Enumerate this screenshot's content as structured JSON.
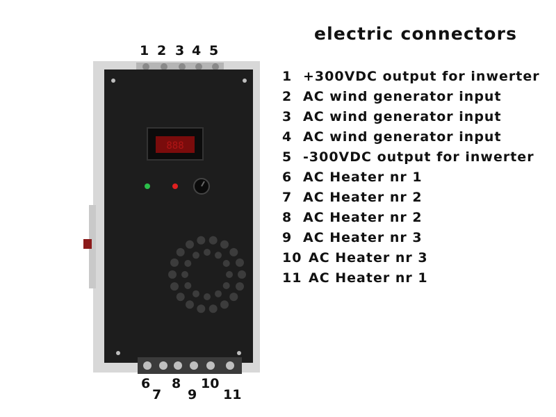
{
  "title": "electric connectors",
  "top_numbers": [
    "1",
    "2",
    "3",
    "4",
    "5"
  ],
  "bottom_numbers": [
    "6",
    "7",
    "8",
    "9",
    "10",
    "11"
  ],
  "legend": [
    {
      "num": "1",
      "text": "+300VDC output for inwerter"
    },
    {
      "num": "2",
      "text": "AC wind generator input"
    },
    {
      "num": "3",
      "text": "AC wind generator input"
    },
    {
      "num": "4",
      "text": "AC wind generator input"
    },
    {
      "num": "5",
      "text": "-300VDC output for inwerter"
    },
    {
      "num": "6",
      "text": "AC Heater nr 1"
    },
    {
      "num": "7",
      "text": "AC Heater nr 2"
    },
    {
      "num": "8",
      "text": "AC Heater nr 2"
    },
    {
      "num": "9",
      "text": "AC Heater nr 3"
    },
    {
      "num": "10",
      "text": "AC Heater nr 3"
    },
    {
      "num": "11",
      "text": "AC Heater nr 1"
    }
  ],
  "colors": {
    "panel": "#1d1d1d",
    "led_green": "#2bbf4a",
    "led_red": "#e02020",
    "display": "#7a0c0c"
  }
}
